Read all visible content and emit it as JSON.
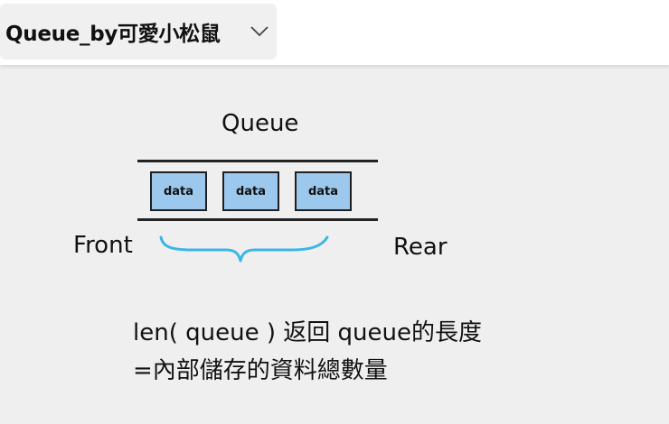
{
  "header": {
    "title": "Queue_by可愛小松鼠",
    "dropdown_icon": "chevron-down-icon"
  },
  "diagram": {
    "title": "Queue",
    "front_label": "Front",
    "rear_label": "Rear",
    "cells": [
      "data",
      "data",
      "data"
    ],
    "cell_color": "#9dc8ee",
    "brace_color": "#3bb5e8",
    "notes": [
      "len( queue ) 返回 queue的長度",
      "=內部儲存的資料總數量"
    ]
  }
}
